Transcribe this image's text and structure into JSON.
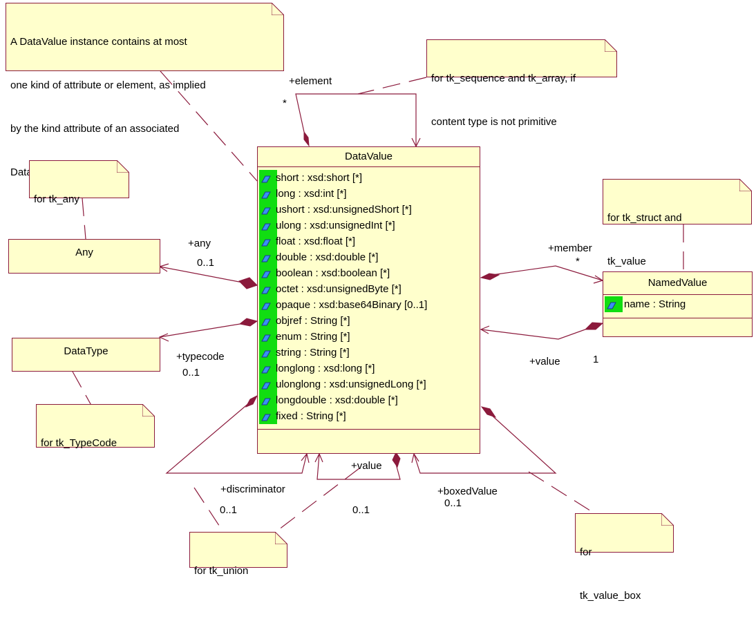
{
  "notes": {
    "datavalue_note": {
      "lines": [
        "A DataValue instance contains at most",
        "one kind of attribute or element, as implied",
        "by the kind attribute of an associated",
        "DataType instance."
      ]
    },
    "sequence_note": {
      "lines": [
        "for tk_sequence and tk_array, if",
        "content type is not primitive"
      ]
    },
    "any_note": {
      "lines": [
        "for tk_any"
      ]
    },
    "struct_note": {
      "lines": [
        "for tk_struct and",
        "tk_value"
      ]
    },
    "typecode_note": {
      "lines": [
        "for tk_TypeCode"
      ]
    },
    "union_note": {
      "lines": [
        "for tk_union"
      ]
    },
    "valuebox_note": {
      "lines": [
        "for",
        "tk_value_box"
      ]
    }
  },
  "classes": {
    "datavalue": {
      "name": "DataValue",
      "attributes": [
        "short : xsd:short [*]",
        "long : xsd:int [*]",
        "ushort : xsd:unsignedShort [*]",
        "ulong : xsd:unsignedInt [*]",
        "float : xsd:float [*]",
        "double : xsd:double [*]",
        "boolean : xsd:boolean [*]",
        "octet : xsd:unsignedByte [*]",
        "opaque : xsd:base64Binary [0..1]",
        "objref : String [*]",
        "enum : String [*]",
        "string : String [*]",
        "longlong : xsd:long [*]",
        "ulonglong : xsd:unsignedLong [*]",
        "longdouble : xsd:double [*]",
        "fixed : String [*]"
      ]
    },
    "any": {
      "name": "Any"
    },
    "datatype": {
      "name": "DataType"
    },
    "namedvalue": {
      "name": "NamedValue",
      "attributes": [
        "name : String"
      ]
    }
  },
  "roles": {
    "element": "+element",
    "element_mult": "*",
    "any": "+any",
    "any_mult": "0..1",
    "member": "+member",
    "member_mult": "*",
    "typecode": "+typecode",
    "typecode_mult": "0..1",
    "value_named": "+value",
    "value_named_mult": "1",
    "discriminator": "+discriminator",
    "discriminator_mult": "0..1",
    "value_union": "+value",
    "value_union_mult": "0..1",
    "boxedvalue": "+boxedValue",
    "boxedvalue_mult": "0..1"
  },
  "colors": {
    "line": "#8b1a3c",
    "fill": "#ffffcc",
    "icon": "#11dd11"
  }
}
